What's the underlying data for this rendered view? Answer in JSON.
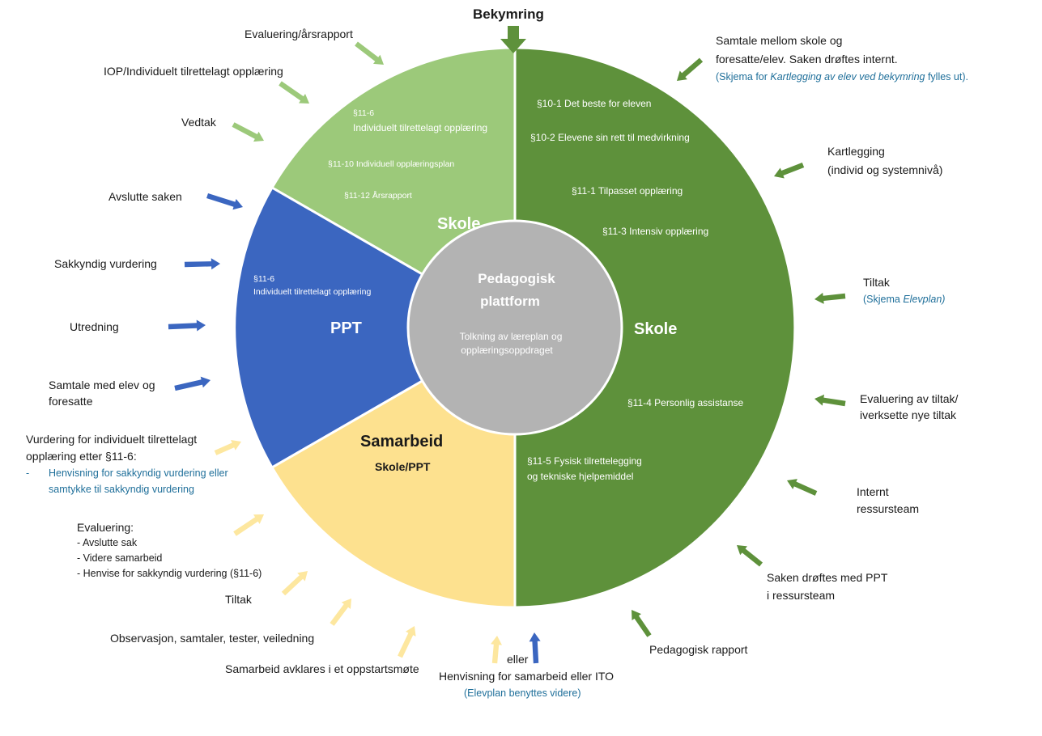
{
  "top": {
    "title": "Bekymring"
  },
  "segments": {
    "skole_upper": {
      "title": "Skole",
      "items": [
        "§11-6",
        "Individuelt tilrettelagt opplæring",
        "§11-10 Individuell opplæringsplan",
        "§11-12 Årsrapport"
      ]
    },
    "ppt": {
      "title": "PPT",
      "items": [
        "§11-6",
        "Individuelt tilrettelagt opplæring"
      ]
    },
    "samarbeid": {
      "title": "Samarbeid",
      "subtitle": "Skole/PPT"
    },
    "skole_right": {
      "title": "Skole",
      "items": [
        "§10-1 Det beste for eleven",
        "§10-2 Elevene sin rett til medvirkning",
        "§11-1 Tilpasset opplæring",
        "§11-3 Intensiv opplæring",
        "§11-4 Personlig assistanse",
        "§11-5 Fysisk tilrettelegging",
        "og tekniske hjelpemiddel"
      ]
    },
    "center": {
      "title_1": "Pedagogisk",
      "title_2": "plattform",
      "text_1": "Tolkning av læreplan og",
      "text_2": "opplæringsoppdraget"
    }
  },
  "right_steps": {
    "samtale_1": "Samtale mellom skole og",
    "samtale_2": "foresatte/elev. Saken drøftes internt.",
    "samtale_note_pre": "(Skjema for ",
    "samtale_note_it": "Kartlegging av elev ved bekymring",
    "samtale_note_post": " fylles ut).",
    "kartlegging_1": "Kartlegging",
    "kartlegging_2": "(individ og systemnivå)",
    "tiltak": "Tiltak",
    "tiltak_note_pre": "(Skjema ",
    "tiltak_note_it": "Elevplan)",
    "evaluering_1": "Evaluering av tiltak/",
    "evaluering_2": "iverksette nye tiltak",
    "internt_1": "Internt",
    "internt_2": "ressursteam",
    "saken_1": "Saken drøftes med PPT",
    "saken_2": "i ressursteam",
    "pedagogisk_rapport": "Pedagogisk rapport"
  },
  "bottom": {
    "eller": "eller",
    "henvisning": "Henvisning for samarbeid eller ITO",
    "elevplan_note": "(Elevplan benyttes videre)",
    "samarbeid_avklares": "Samarbeid avklares i et oppstartsmøte",
    "observasjon": "Observasjon, samtaler, tester, veiledning",
    "tiltak": "Tiltak"
  },
  "left_steps": {
    "evaluering_title": "Evaluering:",
    "evaluering_items": [
      "- Avslutte sak",
      "- Videre samarbeid",
      "- Henvise for sakkyndig vurdering (§11-6)"
    ],
    "vurdering_1": "Vurdering for individuelt tilrettelagt",
    "vurdering_2": "opplæring etter §11-6:",
    "vurdering_bullet": "-",
    "vurdering_note_1": "Henvisning for sakkyndig vurdering eller",
    "vurdering_note_2": "samtykke til sakkyndig vurdering",
    "samtale_1": "Samtale med elev og",
    "samtale_2": "foresatte",
    "utredning": "Utredning",
    "sakkyndig": "Sakkyndig vurdering",
    "avslutte": "Avslutte saken",
    "vedtak": "Vedtak",
    "iop": "IOP/Individuelt tilrettelagt opplæring",
    "evaluering_arsrapport": "Evaluering/årsrapport"
  },
  "colors": {
    "dark_green": "#5e913b",
    "light_green": "#9cc97a",
    "blue": "#3b66c0",
    "yellow": "#fde18f",
    "arrow_yellow": "#fde79f",
    "center_gray": "#b3b3b3",
    "note_blue": "#1f6f9a"
  }
}
